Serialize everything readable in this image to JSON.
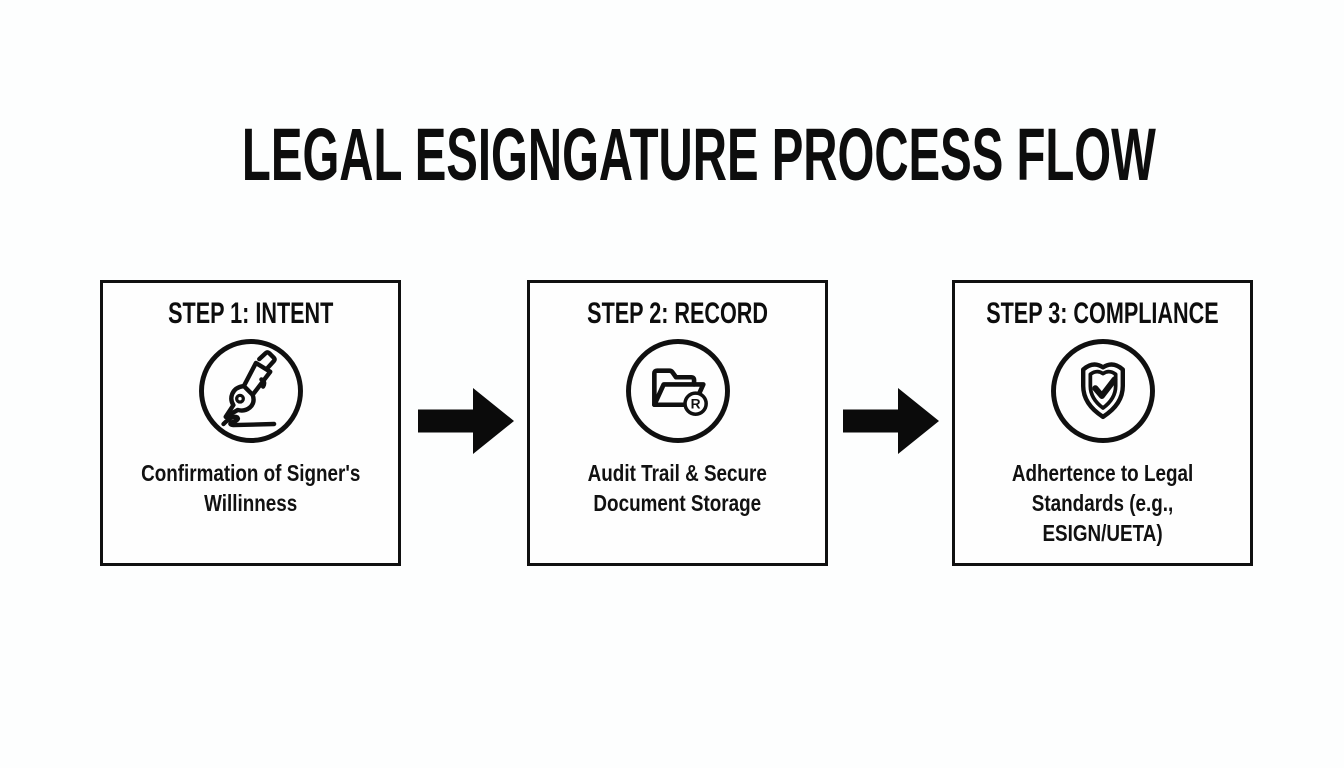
{
  "page": {
    "title": "LEGAL ESIGNGATURE PROCESS FLOW",
    "background_color": "#fdfefe",
    "ink_color": "#101010"
  },
  "steps": [
    {
      "heading": "STEP 1: INTENT",
      "icon": "pen-signature-icon",
      "caption_lines": [
        "Confirmation of Signer's",
        "Willinness"
      ]
    },
    {
      "heading": "STEP 2: RECORD",
      "icon": "folder-record-icon",
      "icon_badge": "R",
      "caption_lines": [
        "Audit Trail & Secure",
        "Document Storage"
      ]
    },
    {
      "heading": "STEP 3: COMPLIANCE",
      "icon": "shield-check-icon",
      "caption_lines": [
        "Adhertence to Legal",
        "Standards (e.g.,",
        "ESIGN/UETA)"
      ]
    }
  ],
  "connectors": [
    {
      "type": "arrow-right"
    },
    {
      "type": "arrow-right"
    }
  ]
}
